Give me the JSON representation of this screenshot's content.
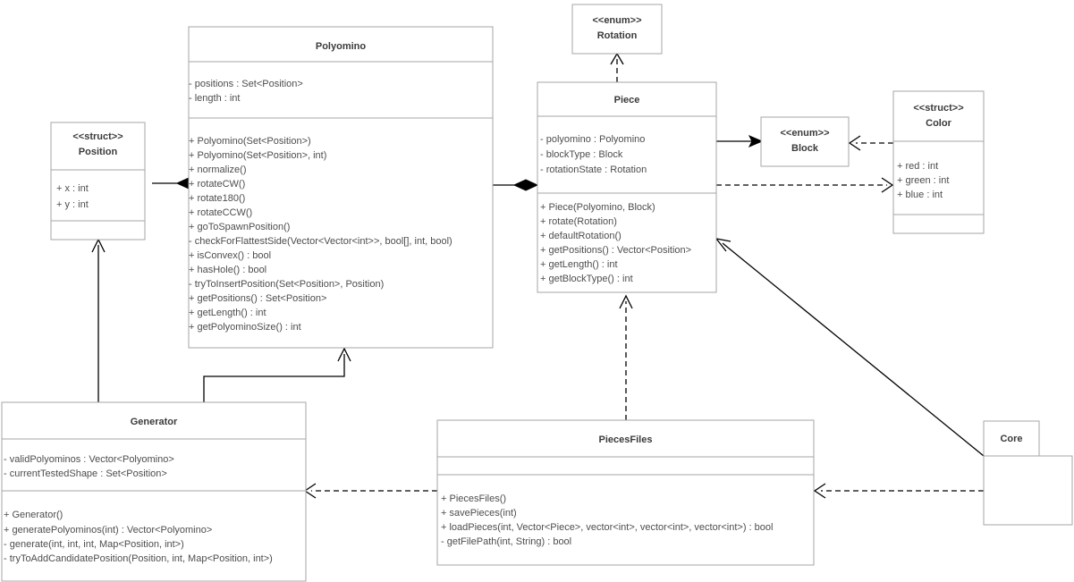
{
  "diagram": {
    "kind": "uml-class-diagram",
    "background_color": "#ffffff",
    "box_border_color": "#a6a6a6",
    "edge_color": "#000000",
    "text_color": "#4d4d4d"
  },
  "classes": {
    "position": {
      "stereotype": "<<struct>>",
      "name": "Position",
      "attributes": [
        "+ x : int",
        "+ y : int"
      ],
      "methods": []
    },
    "polyomino": {
      "stereotype": "",
      "name": "Polyomino",
      "attributes": [
        "- positions : Set<Position>",
        "- length : int"
      ],
      "methods": [
        "+ Polyomino(Set<Position>)",
        "+ Polyomino(Set<Position>, int)",
        "+ normalize()",
        "+ rotateCW()",
        "+ rotate180()",
        "+ rotateCCW()",
        "+ goToSpawnPosition()",
        "- checkForFlattestSide(Vector<Vector<int>>, bool[], int, bool)",
        "+ isConvex() : bool",
        "+ hasHole() : bool",
        "- tryToInsertPosition(Set<Position>, Position)",
        "+ getPositions() : Set<Position>",
        "+ getLength() : int",
        "+ getPolyominoSize() : int"
      ]
    },
    "piece": {
      "stereotype": "",
      "name": "Piece",
      "attributes": [
        "- polyomino : Polyomino",
        "- blockType : Block",
        "- rotationState : Rotation"
      ],
      "methods": [
        "+ Piece(Polyomino, Block)",
        "+ rotate(Rotation)",
        "+ defaultRotation()",
        "+ getPositions() : Vector<Position>",
        "+ getLength() : int",
        "+ getBlockType() : int"
      ]
    },
    "rotation": {
      "stereotype": "<<enum>>",
      "name": "Rotation",
      "attributes": [],
      "methods": []
    },
    "block": {
      "stereotype": "<<enum>>",
      "name": "Block",
      "attributes": [],
      "methods": []
    },
    "color": {
      "stereotype": "<<struct>>",
      "name": "Color",
      "attributes": [
        "+ red : int",
        "+ green : int",
        "+ blue : int"
      ],
      "methods": []
    },
    "generator": {
      "stereotype": "",
      "name": "Generator",
      "attributes": [
        "- validPolyominos : Vector<Polyomino>",
        "- currentTestedShape : Set<Position>"
      ],
      "methods": [
        "+ Generator()",
        "+ generatePolyominos(int) : Vector<Polyomino>",
        "- generate(int, int, int, Map<Position, int>)",
        "- tryToAddCandidatePosition(Position, int, Map<Position, int>)"
      ]
    },
    "piecesfiles": {
      "stereotype": "",
      "name": "PiecesFiles",
      "attributes": [],
      "methods": [
        "+ PiecesFiles()",
        "+ savePieces(int)",
        "+ loadPieces(int, Vector<Piece>, vector<int>, vector<int>, vector<int>) : bool",
        "- getFilePath(int, String) : bool"
      ]
    },
    "core": {
      "stereotype": "",
      "name": "Core",
      "attributes": [],
      "methods": []
    }
  },
  "relationships": [
    {
      "id": "position-polyomino",
      "from": "Position",
      "to": "Polyomino",
      "type": "composition"
    },
    {
      "id": "polyomino-piece",
      "from": "Polyomino",
      "to": "Piece",
      "type": "composition"
    },
    {
      "id": "piece-block",
      "from": "Piece",
      "to": "Block",
      "type": "association"
    },
    {
      "id": "color-block",
      "from": "Color",
      "to": "Block",
      "type": "dependency"
    },
    {
      "id": "piece-color",
      "from": "Piece",
      "to": "Color",
      "type": "dependency"
    },
    {
      "id": "piece-rotation",
      "from": "Piece",
      "to": "Rotation",
      "type": "dependency"
    },
    {
      "id": "generator-position",
      "from": "Generator",
      "to": "Position",
      "type": "association"
    },
    {
      "id": "generator-polyomino",
      "from": "Generator",
      "to": "Polyomino",
      "type": "association"
    },
    {
      "id": "piecesfiles-piece",
      "from": "PiecesFiles",
      "to": "Piece",
      "type": "dependency"
    },
    {
      "id": "piecesfiles-generator",
      "from": "PiecesFiles",
      "to": "Generator",
      "type": "dependency"
    },
    {
      "id": "core-piece",
      "from": "Core",
      "to": "Piece",
      "type": "association"
    },
    {
      "id": "core-piecesfiles",
      "from": "Core",
      "to": "PiecesFiles",
      "type": "dependency"
    }
  ]
}
